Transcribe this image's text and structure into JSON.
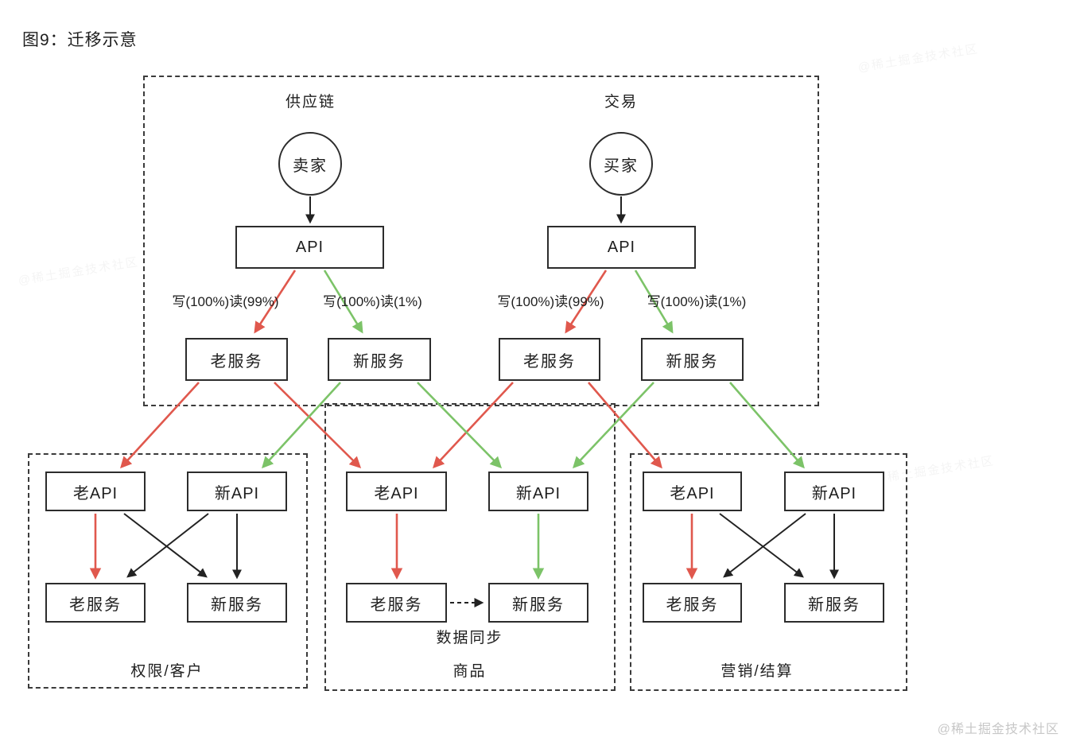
{
  "title": "图9：迁移示意",
  "watermark": "@稀土掘金技术社区",
  "faint_watermark": "@稀土掘金技术社区",
  "colors": {
    "old_path_red": "#e0584d",
    "new_path_green": "#7cc368",
    "neutral_black": "#222222",
    "watermark_gray": "#c7c7c7"
  },
  "top_group": {
    "supply": {
      "label": "供应链",
      "actor": "卖家",
      "api": "API",
      "old_route_label": "写(100%)读(99%)",
      "new_route_label": "写(100%)读(1%)",
      "old_service": "老服务",
      "new_service": "新服务"
    },
    "trade": {
      "label": "交易",
      "actor": "买家",
      "api": "API",
      "old_route_label": "写(100%)读(99%)",
      "new_route_label": "写(100%)读(1%)",
      "old_service": "老服务",
      "new_service": "新服务"
    }
  },
  "domains": {
    "auth": {
      "label": "权限/客户",
      "old_api": "老API",
      "new_api": "新API",
      "old_service": "老服务",
      "new_service": "新服务"
    },
    "product": {
      "label": "商品",
      "old_api": "老API",
      "new_api": "新API",
      "old_service": "老服务",
      "new_service": "新服务",
      "sync_label": "数据同步"
    },
    "marketing": {
      "label": "营销/结算",
      "old_api": "老API",
      "new_api": "新API",
      "old_service": "老服务",
      "new_service": "新服务"
    }
  }
}
